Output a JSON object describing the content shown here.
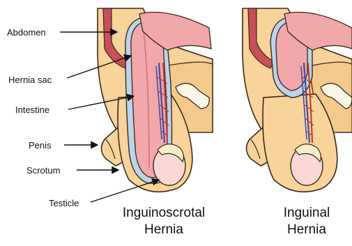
{
  "labels": {
    "abdomen": "Abdomen",
    "hernia_sac": "Hernia sac",
    "intestine": "Intestine",
    "penis": "Penis",
    "scrotum": "Scrotum",
    "testicle": "Testicle"
  },
  "captions": {
    "left_line1": "Inguinoscrotal",
    "left_line2": "Hernia",
    "right_line1": "Inguinal",
    "right_line2": "Hernia"
  },
  "colors": {
    "skin": "#f8d39a",
    "skin_outline": "#3a2a1a",
    "body_wall": "#f3c98c",
    "hernia_sac": "#bcd3ea",
    "intestine": "#f2a7aa",
    "intestine_dark": "#d97b82",
    "muscle_red": "#c8505a",
    "testicle": "#f9d8d6",
    "epididymis": "#f3f0c8",
    "vessel_blue": "#3b4fa8",
    "vessel_red": "#c0392b"
  }
}
